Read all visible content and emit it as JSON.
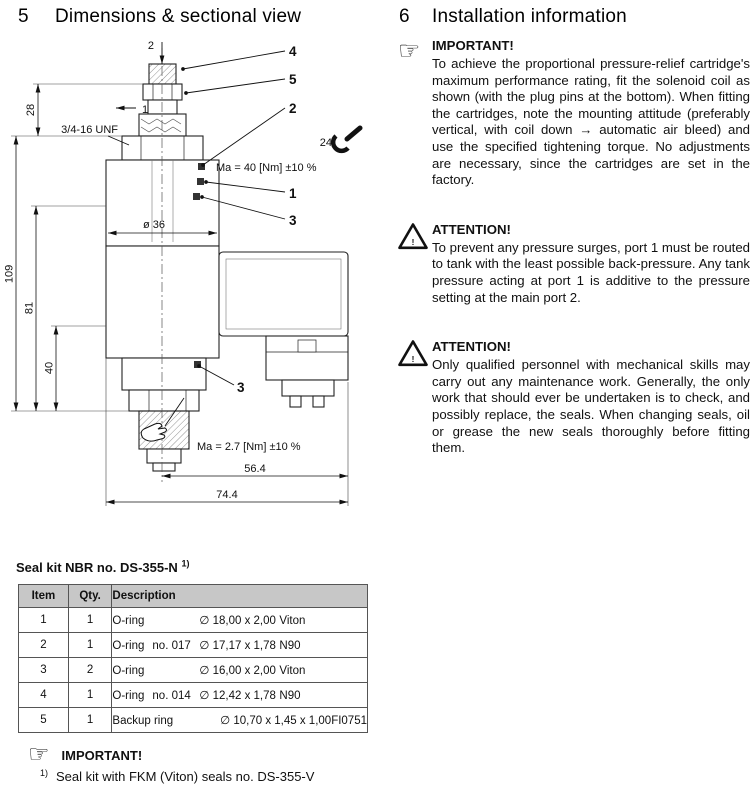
{
  "icons": {
    "pointing_hand": "☞",
    "warning_mark": "!"
  },
  "left": {
    "heading_num": "5",
    "heading": "Dimensions & sectional view",
    "drawing": {
      "pointer_top": "2",
      "pointer_left": "1",
      "balloon_4": "4",
      "balloon_5": "5",
      "balloon_2": "2",
      "balloon_1": "1",
      "balloon_3_right": "3",
      "balloon_3_bottom": "3",
      "thread_label": "3/4-16 UNF",
      "wrench_size": "24",
      "torque_top": "Ma = 40 [Nm] ±10 %",
      "torque_bottom": "Ma = 2.7 [Nm] ±10 %",
      "dia_36": "ø 36",
      "dim_28": "28",
      "dim_109": "109",
      "dim_81": "81",
      "dim_40": "40",
      "dim_56": "56.4",
      "dim_74": "74.4"
    },
    "seal_kit_title": "Seal kit NBR no. DS-355-N",
    "seal_kit_sup": "1)",
    "table": {
      "headers": [
        "Item",
        "Qty.",
        "Description"
      ],
      "rows": [
        {
          "item": "1",
          "qty": "1",
          "name": "O-ring",
          "no": "",
          "size": "∅ 18,00 x 2,00",
          "material": "Viton"
        },
        {
          "item": "2",
          "qty": "1",
          "name": "O-ring",
          "no": "no. 017",
          "size": "∅ 17,17 x 1,78",
          "material": "N90"
        },
        {
          "item": "3",
          "qty": "2",
          "name": "O-ring",
          "no": "",
          "size": "∅ 16,00 x 2,00",
          "material": "Viton"
        },
        {
          "item": "4",
          "qty": "1",
          "name": "O-ring",
          "no": "no. 014",
          "size": "∅ 12,42 x 1,78",
          "material": "N90"
        },
        {
          "item": "5",
          "qty": "1",
          "name": "Backup ring",
          "no": "",
          "size": "∅ 10,70 x 1,45 x 1,00",
          "material": "FI0751"
        }
      ]
    },
    "footnote": {
      "important": "IMPORTANT!",
      "sup": "1)",
      "text": "Seal kit with FKM (Viton) seals no. DS-355-V"
    }
  },
  "right": {
    "heading_num": "6",
    "heading": "Installation information",
    "notes": [
      {
        "title": "IMPORTANT!",
        "text": "To achieve the proportional pressure-relief cartridge's maximum performance rating, fit the solenoid coil as shown (with the plug pins at the bottom). When fitting the cartridges, note the mounting attitude (preferably vertical, with coil down → automatic air bleed) and use the specified tightening torque. No adjustments are necessary, since the cartridges are set in the factory."
      },
      {
        "title": "ATTENTION!",
        "text": "To prevent any pressure surges, port 1 must be routed to tank with the least possible back-pressure. Any tank pressure acting at port 1 is additive to the pressure setting at the main port 2."
      },
      {
        "title": "ATTENTION!",
        "text": "Only qualified personnel with mechanical skills may carry out any maintenance work. Generally, the only work that should ever be undertaken is to check, and possibly replace, the seals. When changing seals, oil or grease the new seals thoroughly before fitting them."
      }
    ]
  }
}
